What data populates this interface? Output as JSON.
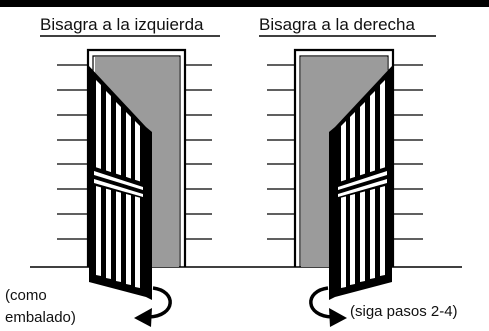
{
  "header": {
    "band_color": "#000000"
  },
  "left_panel": {
    "title": "Bisagra a la izquierda",
    "note_line1": "(como",
    "note_line2": "embalado)"
  },
  "right_panel": {
    "title": "Bisagra a la derecha",
    "note": "(siga pasos 2-4)"
  },
  "colors": {
    "line": "#000000",
    "opening": "#9b9b9b",
    "background": "#ffffff"
  }
}
